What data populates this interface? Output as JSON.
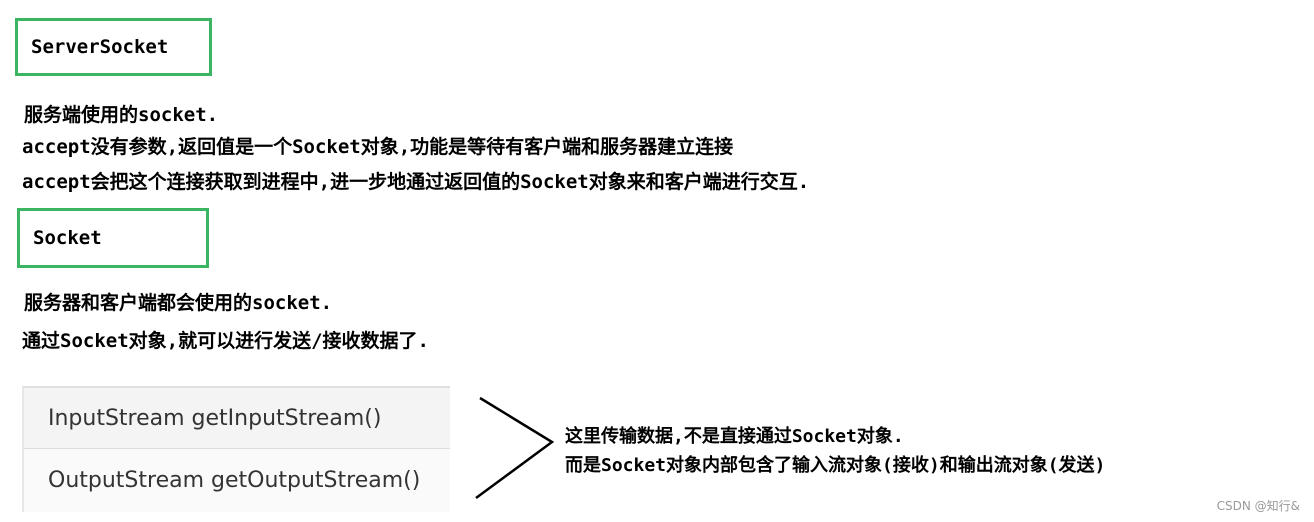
{
  "sections": [
    {
      "title": "ServerSocket",
      "lines": [
        "服务端使用的socket.",
        "accept没有参数,返回值是一个Socket对象,功能是等待有客户端和服务器建立连接",
        "accept会把这个连接获取到进程中,进一步地通过返回值的Socket对象来和客户端进行交互."
      ]
    },
    {
      "title": "Socket",
      "lines": [
        "服务器和客户端都会使用的socket.",
        "通过Socket对象,就可以进行发送/接收数据了."
      ]
    }
  ],
  "methods": [
    "InputStream getInputStream()",
    "OutputStream getOutputStream()"
  ],
  "note": [
    "这里传输数据,不是直接通过Socket对象.",
    "而是Socket对象内部包含了输入流对象(接收)和输出流对象(发送)"
  ],
  "watermark": "CSDN @知行&",
  "colors": {
    "box_border": "#3cb563"
  }
}
